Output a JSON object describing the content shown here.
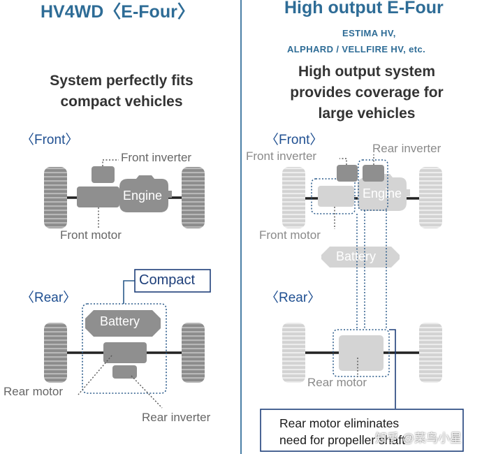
{
  "left": {
    "title": "HV4WD〈E-Four〉",
    "heading": [
      "System perfectly fits",
      "compact vehicles"
    ],
    "front_label": "〈Front〉",
    "rear_label": "〈Rear〉",
    "front_inverter": "Front inverter",
    "engine": "Engine",
    "front_motor": "Front motor",
    "compact": "Compact",
    "battery": "Battery",
    "rear_motor": "Rear motor",
    "rear_inverter": "Rear inverter"
  },
  "right": {
    "title": "High output E-Four",
    "models": [
      "ESTIMA HV,",
      "ALPHARD / VELLFIRE HV, etc."
    ],
    "heading": [
      "High output system",
      "provides coverage for",
      "large vehicles"
    ],
    "front_label": "〈Front〉",
    "rear_label": "〈Rear〉",
    "front_inverter": "Front inverter",
    "rear_inverter": "Rear inverter",
    "engine": "Engine",
    "front_motor": "Front motor",
    "battery": "Battery",
    "rear_motor": "Rear motor",
    "callout": [
      "Rear motor eliminates",
      "need for propeller shaft"
    ]
  },
  "watermark": "知乎 @菜鸟小星",
  "colors": {
    "title_blue": "#2e6c96",
    "section_blue": "#1f4f91",
    "callout_border": "#1e3f7a",
    "component_gray": "#8f8f8f",
    "component_light": "#d8d8d8"
  }
}
